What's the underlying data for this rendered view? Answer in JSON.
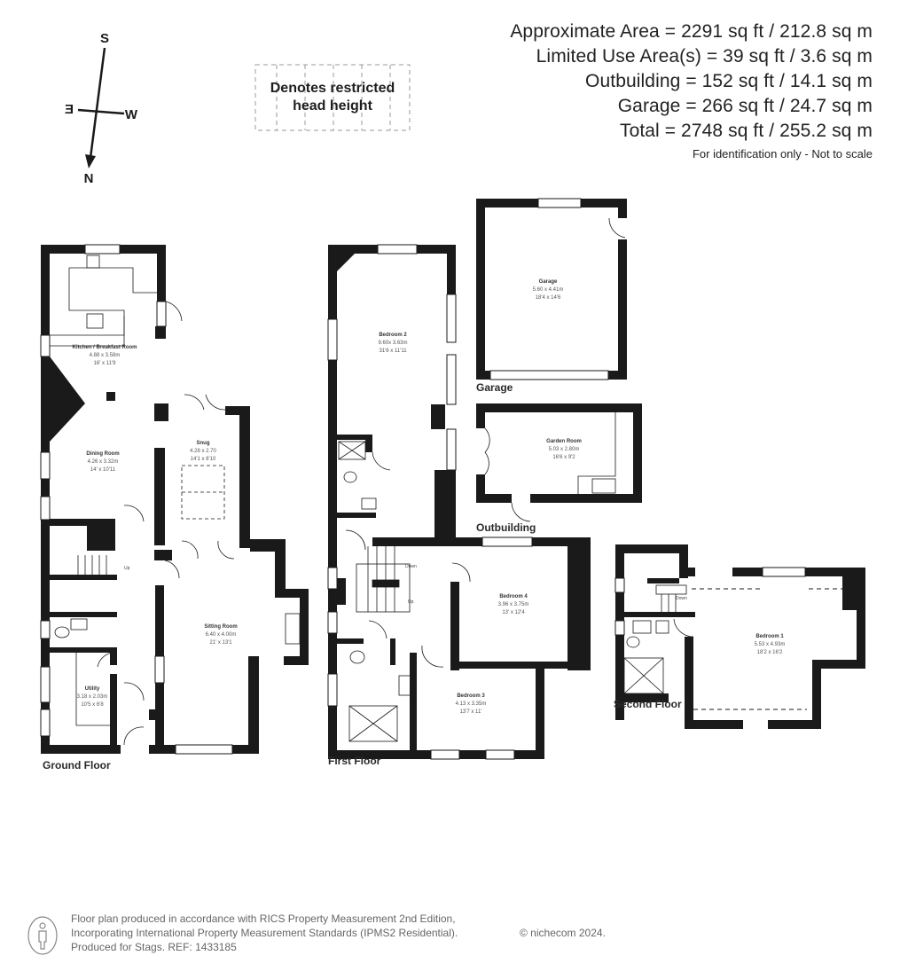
{
  "area_summary": {
    "lines": [
      "Approximate Area = 2291 sq ft / 212.8 sq m",
      "Limited Use Area(s) = 39 sq ft / 3.6 sq m",
      "Outbuilding = 152 sq ft / 14.1 sq m",
      "Garage = 266 sq ft / 24.7 sq m",
      "Total = 2748 sq ft / 255.2 sq m"
    ],
    "note": "For identification only - Not to scale"
  },
  "legend": {
    "restricted_head_height": "Denotes restricted head height"
  },
  "compass": {
    "n": "N",
    "s": "S",
    "e": "E",
    "w": "W"
  },
  "floors": {
    "ground": {
      "label": "Ground Floor",
      "rooms": [
        {
          "name": "Kitchen / Breakfast Room",
          "metric": "4.88 x 3.58m",
          "imperial": "16' x 11'9"
        },
        {
          "name": "Dining Room",
          "metric": "4.26 x 3.32m",
          "imperial": "14' x 10'11"
        },
        {
          "name": "Snug",
          "metric": "4.28 x 2.70",
          "imperial": "14'1 x 8'10"
        },
        {
          "name": "Sitting Room",
          "metric": "6.40 x 4.00m",
          "imperial": "21' x 13'1"
        },
        {
          "name": "Utility",
          "metric": "3.18 x 2.03m",
          "imperial": "10'5 x 6'8"
        }
      ],
      "stairs_label": "Up"
    },
    "first": {
      "label": "First Floor",
      "rooms": [
        {
          "name": "Bedroom 2",
          "metric": "9.60x 3.63m",
          "imperial": "31'6 x 11'11"
        },
        {
          "name": "Bedroom 4",
          "metric": "3.96 x 3.75m",
          "imperial": "13' x 12'4"
        },
        {
          "name": "Bedroom 3",
          "metric": "4.13 x 3.35m",
          "imperial": "13'7 x 11'"
        }
      ],
      "stairs_down": "Down",
      "stairs_up": "Up"
    },
    "garage": {
      "label": "Garage",
      "rooms": [
        {
          "name": "Garage",
          "metric": "5.60 x 4.41m",
          "imperial": "18'4 x 14'6"
        }
      ]
    },
    "outbuilding": {
      "label": "Outbuilding",
      "rooms": [
        {
          "name": "Garden Room",
          "metric": "5.03 x 2.80m",
          "imperial": "16'6 x 9'2"
        }
      ]
    },
    "second": {
      "label": "Second Floor",
      "rooms": [
        {
          "name": "Bedroom 1",
          "metric": "5.53 x 4.93m",
          "imperial": "18'2 x 16'2"
        }
      ],
      "stairs_down": "Down"
    }
  },
  "footer": {
    "line1": "Floor plan produced in accordance with RICS Property Measurement 2nd Edition,",
    "line2": "Incorporating International Property Measurement Standards (IPMS2 Residential).",
    "line3": "Produced for Stags.   REF: 1433185",
    "copyright": "© nichecom 2024."
  },
  "colors": {
    "wall": "#1a1a1a",
    "text": "#2a2a2a",
    "muted": "#666666"
  }
}
